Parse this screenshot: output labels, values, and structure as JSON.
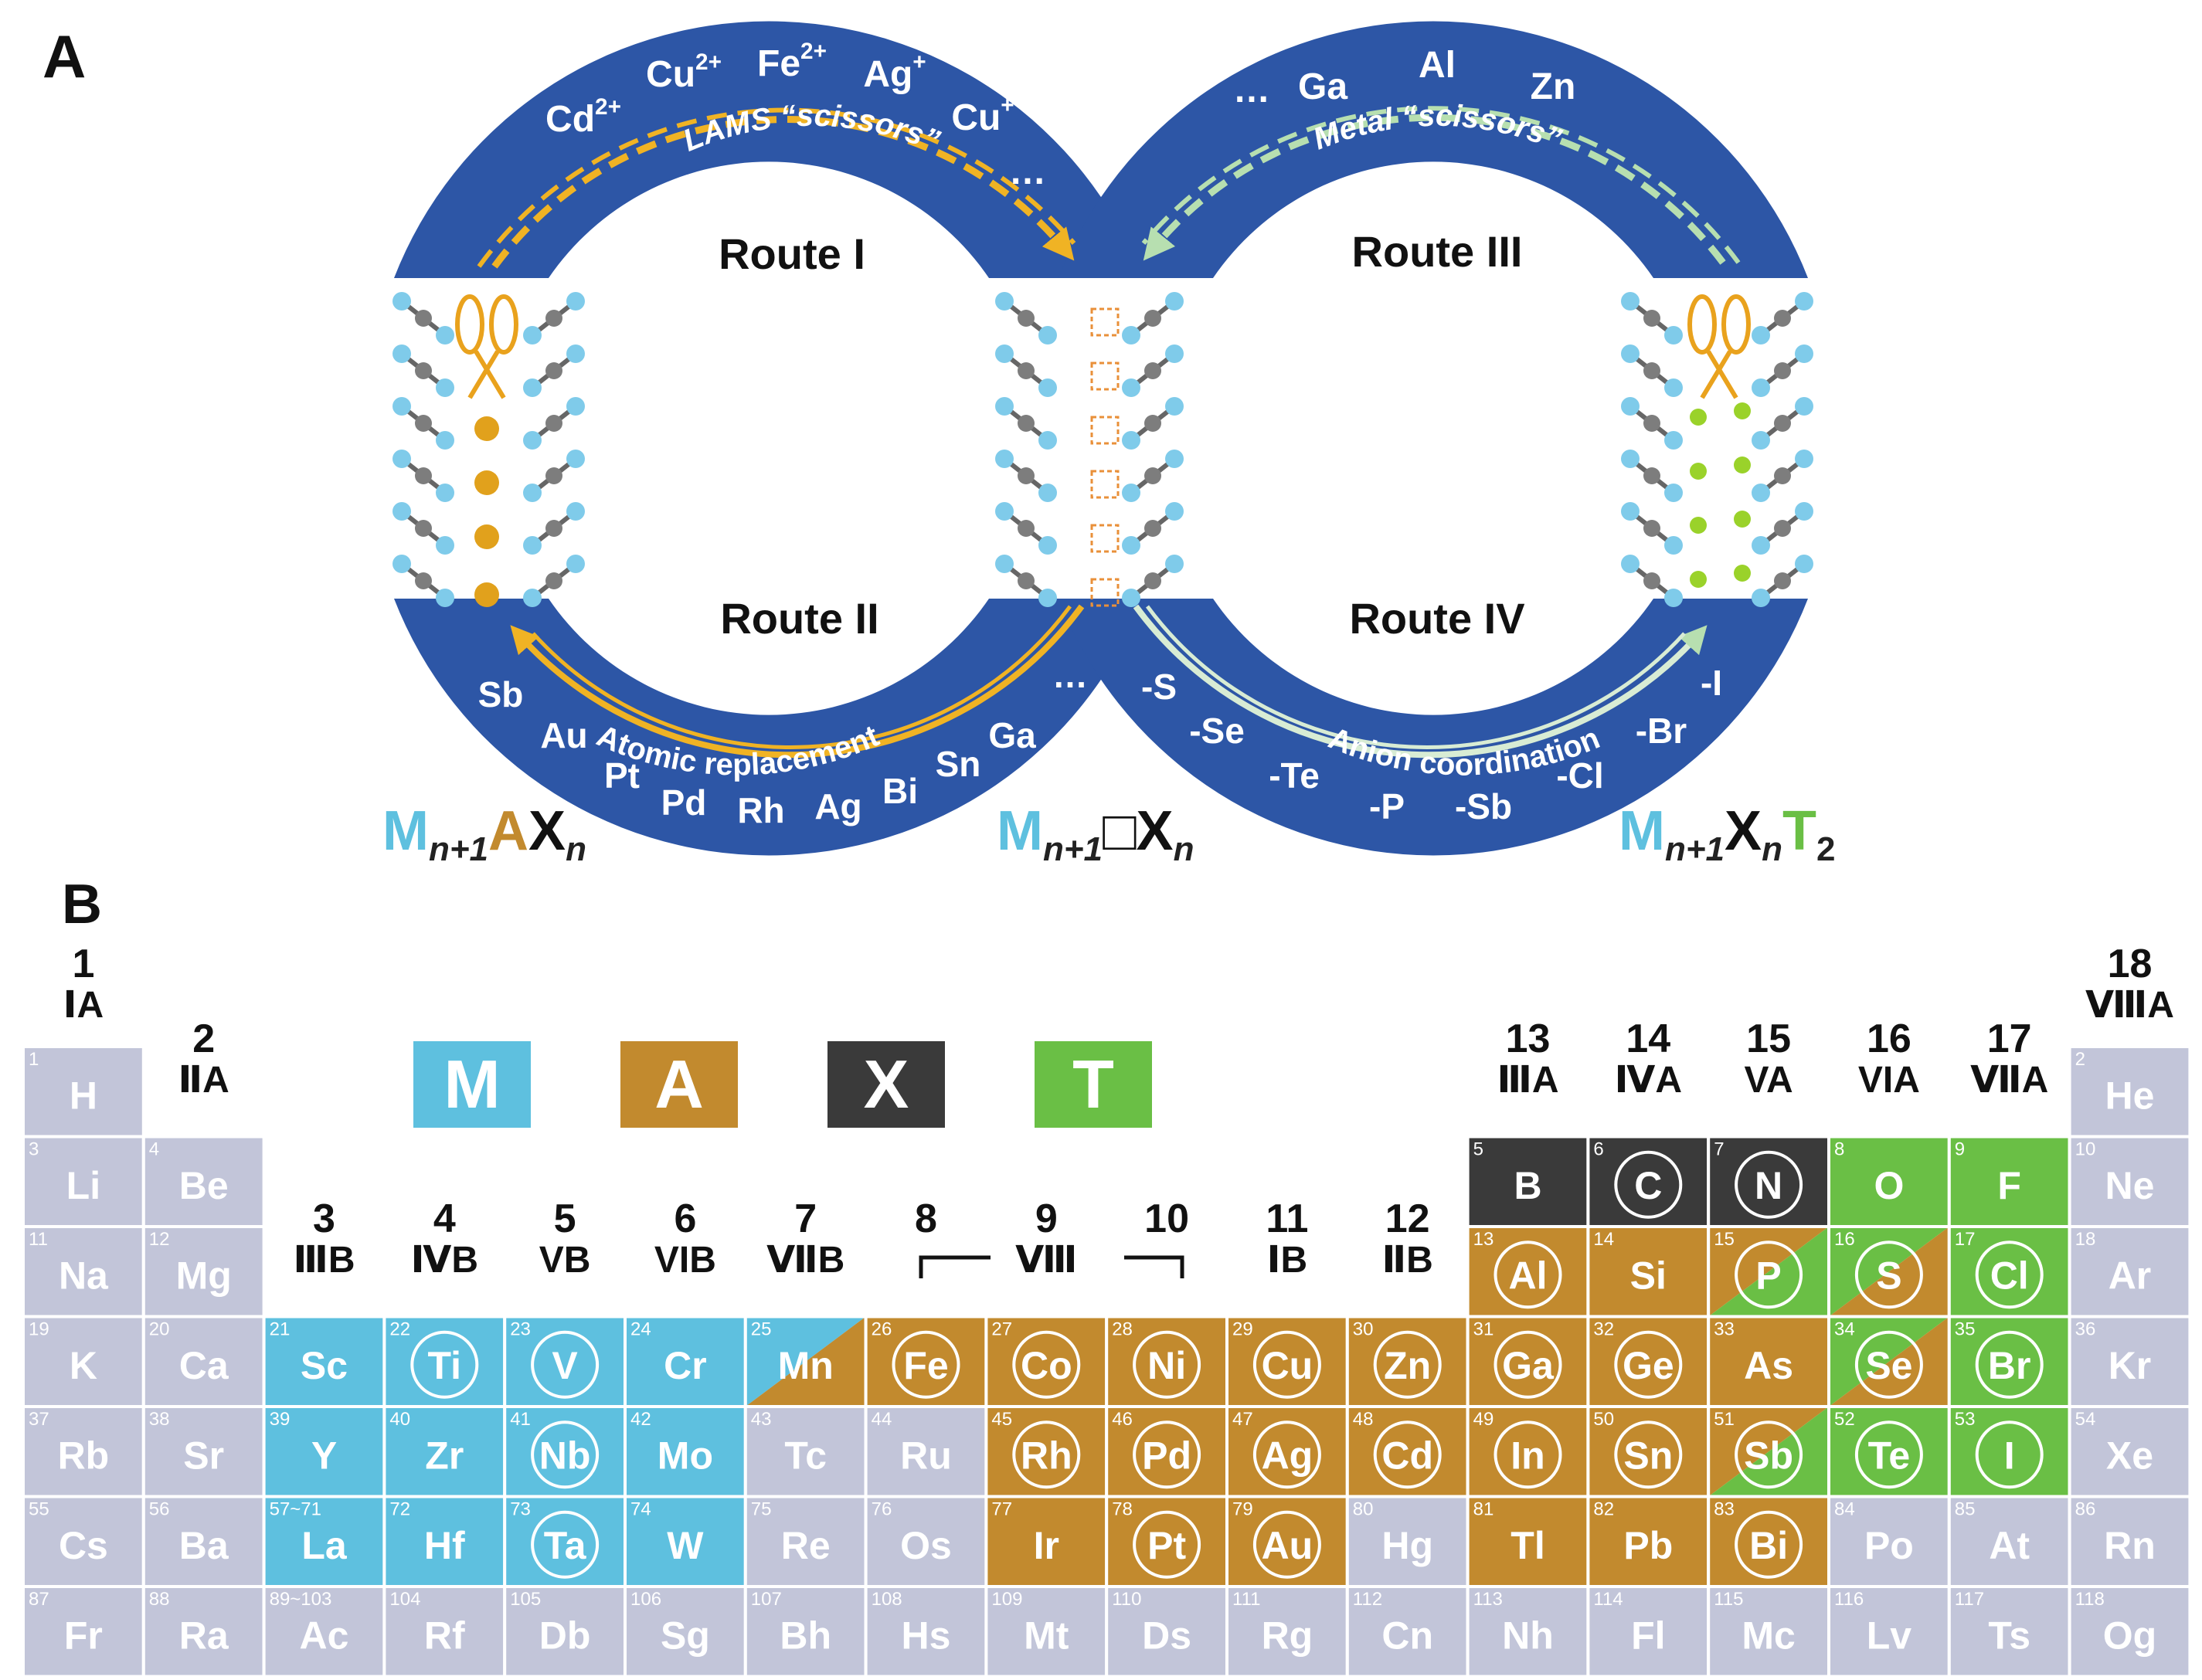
{
  "panel_a": {
    "label": "A",
    "routes": {
      "r1": "Route I",
      "r2": "Route II",
      "r3": "Route III",
      "r4": "Route IV"
    },
    "arc_labels": {
      "lams": "LAMS “scissors”",
      "metal": "Metal “scissors”",
      "atomic": "Atomic replacement",
      "anion": "Anion coordination"
    },
    "route1_ions": [
      "Cd2+",
      "Cu2+",
      "Fe2+",
      "Ag+",
      "Cu+",
      "…"
    ],
    "route3_metals": [
      "…",
      "Ga",
      "Al",
      "Zn"
    ],
    "route2_elements": [
      "Sb",
      "Au",
      "Pt",
      "Pd",
      "Rh",
      "Ag",
      "Bi",
      "Sn",
      "Ga",
      "…"
    ],
    "route4_anions": [
      "-S",
      "-Se",
      "-Te",
      "-P",
      "-Sb",
      "-Cl",
      "-Br",
      "-I"
    ],
    "formulas": {
      "max": [
        "M",
        "n+1",
        "A",
        "X",
        "n"
      ],
      "vacancy": [
        "M",
        "n+1",
        "□",
        "X",
        "n"
      ],
      "mxene": [
        "M",
        "n+1",
        "X",
        "n",
        "T",
        "2"
      ]
    }
  },
  "panel_b": {
    "label": "B",
    "legend": [
      "M",
      "A",
      "X",
      "T"
    ],
    "colors": {
      "M": "#5ec0df",
      "A": "#c28a2e",
      "X": "#3a3a3a",
      "T": "#6abf45",
      "other": "#c2c5d9",
      "ring": "#1e4fa0"
    },
    "groups": [
      {
        "g": "1",
        "r": "ⅠA"
      },
      {
        "g": "2",
        "r": "ⅡA"
      },
      {
        "g": "3",
        "r": "ⅢB"
      },
      {
        "g": "4",
        "r": "ⅣB"
      },
      {
        "g": "5",
        "r": "VB"
      },
      {
        "g": "6",
        "r": "VIB"
      },
      {
        "g": "7",
        "r": "ⅦB"
      },
      {
        "g": "8",
        "r": ""
      },
      {
        "g": "9",
        "r": "Ⅷ"
      },
      {
        "g": "10",
        "r": ""
      },
      {
        "g": "11",
        "r": "ⅠB"
      },
      {
        "g": "12",
        "r": "ⅡB"
      },
      {
        "g": "13",
        "r": "ⅢA"
      },
      {
        "g": "14",
        "r": "ⅣA"
      },
      {
        "g": "15",
        "r": "VA"
      },
      {
        "g": "16",
        "r": "VIA"
      },
      {
        "g": "17",
        "r": "ⅦA"
      },
      {
        "g": "18",
        "r": "ⅧA"
      }
    ],
    "elements": [
      {
        "n": "1",
        "s": "H",
        "c": "o",
        "r": 1,
        "g": 1
      },
      {
        "n": "2",
        "s": "He",
        "c": "o",
        "r": 1,
        "g": 18
      },
      {
        "n": "3",
        "s": "Li",
        "c": "o",
        "r": 2,
        "g": 1
      },
      {
        "n": "4",
        "s": "Be",
        "c": "o",
        "r": 2,
        "g": 2
      },
      {
        "n": "5",
        "s": "B",
        "c": "X",
        "r": 2,
        "g": 13
      },
      {
        "n": "6",
        "s": "C",
        "c": "X",
        "r": 2,
        "g": 14,
        "ring": 1
      },
      {
        "n": "7",
        "s": "N",
        "c": "X",
        "r": 2,
        "g": 15,
        "ring": 1
      },
      {
        "n": "8",
        "s": "O",
        "c": "T",
        "r": 2,
        "g": 16
      },
      {
        "n": "9",
        "s": "F",
        "c": "T",
        "r": 2,
        "g": 17
      },
      {
        "n": "10",
        "s": "Ne",
        "c": "o",
        "r": 2,
        "g": 18
      },
      {
        "n": "11",
        "s": "Na",
        "c": "o",
        "r": 3,
        "g": 1
      },
      {
        "n": "12",
        "s": "Mg",
        "c": "o",
        "r": 3,
        "g": 2
      },
      {
        "n": "13",
        "s": "Al",
        "c": "A",
        "r": 3,
        "g": 13,
        "ring": 1
      },
      {
        "n": "14",
        "s": "Si",
        "c": "A",
        "r": 3,
        "g": 14
      },
      {
        "n": "15",
        "s": "P",
        "c": "AT",
        "r": 3,
        "g": 15,
        "ring": 1
      },
      {
        "n": "16",
        "s": "S",
        "c": "TA",
        "r": 3,
        "g": 16,
        "ring": 1
      },
      {
        "n": "17",
        "s": "Cl",
        "c": "T",
        "r": 3,
        "g": 17,
        "ring": 1
      },
      {
        "n": "18",
        "s": "Ar",
        "c": "o",
        "r": 3,
        "g": 18
      },
      {
        "n": "19",
        "s": "K",
        "c": "o",
        "r": 4,
        "g": 1
      },
      {
        "n": "20",
        "s": "Ca",
        "c": "o",
        "r": 4,
        "g": 2
      },
      {
        "n": "21",
        "s": "Sc",
        "c": "M",
        "r": 4,
        "g": 3
      },
      {
        "n": "22",
        "s": "Ti",
        "c": "M",
        "r": 4,
        "g": 4,
        "ring": 1
      },
      {
        "n": "23",
        "s": "V",
        "c": "M",
        "r": 4,
        "g": 5,
        "ring": 1
      },
      {
        "n": "24",
        "s": "Cr",
        "c": "M",
        "r": 4,
        "g": 6
      },
      {
        "n": "25",
        "s": "Mn",
        "c": "MA",
        "r": 4,
        "g": 7
      },
      {
        "n": "26",
        "s": "Fe",
        "c": "A",
        "r": 4,
        "g": 8,
        "ring": 1
      },
      {
        "n": "27",
        "s": "Co",
        "c": "A",
        "r": 4,
        "g": 9,
        "ring": 1
      },
      {
        "n": "28",
        "s": "Ni",
        "c": "A",
        "r": 4,
        "g": 10,
        "ring": 1
      },
      {
        "n": "29",
        "s": "Cu",
        "c": "A",
        "r": 4,
        "g": 11,
        "ring": 1
      },
      {
        "n": "30",
        "s": "Zn",
        "c": "A",
        "r": 4,
        "g": 12,
        "ring": 1
      },
      {
        "n": "31",
        "s": "Ga",
        "c": "A",
        "r": 4,
        "g": 13,
        "ring": 1
      },
      {
        "n": "32",
        "s": "Ge",
        "c": "A",
        "r": 4,
        "g": 14,
        "ring": 1
      },
      {
        "n": "33",
        "s": "As",
        "c": "A",
        "r": 4,
        "g": 15
      },
      {
        "n": "34",
        "s": "Se",
        "c": "TA",
        "r": 4,
        "g": 16,
        "ring": 1
      },
      {
        "n": "35",
        "s": "Br",
        "c": "T",
        "r": 4,
        "g": 17,
        "ring": 1
      },
      {
        "n": "36",
        "s": "Kr",
        "c": "o",
        "r": 4,
        "g": 18
      },
      {
        "n": "37",
        "s": "Rb",
        "c": "o",
        "r": 5,
        "g": 1
      },
      {
        "n": "38",
        "s": "Sr",
        "c": "o",
        "r": 5,
        "g": 2
      },
      {
        "n": "39",
        "s": "Y",
        "c": "M",
        "r": 5,
        "g": 3
      },
      {
        "n": "40",
        "s": "Zr",
        "c": "M",
        "r": 5,
        "g": 4
      },
      {
        "n": "41",
        "s": "Nb",
        "c": "M",
        "r": 5,
        "g": 5,
        "ring": 1
      },
      {
        "n": "42",
        "s": "Mo",
        "c": "M",
        "r": 5,
        "g": 6
      },
      {
        "n": "43",
        "s": "Tc",
        "c": "o",
        "r": 5,
        "g": 7
      },
      {
        "n": "44",
        "s": "Ru",
        "c": "o",
        "r": 5,
        "g": 8
      },
      {
        "n": "45",
        "s": "Rh",
        "c": "A",
        "r": 5,
        "g": 9,
        "ring": 1
      },
      {
        "n": "46",
        "s": "Pd",
        "c": "A",
        "r": 5,
        "g": 10,
        "ring": 1
      },
      {
        "n": "47",
        "s": "Ag",
        "c": "A",
        "r": 5,
        "g": 11,
        "ring": 1
      },
      {
        "n": "48",
        "s": "Cd",
        "c": "A",
        "r": 5,
        "g": 12,
        "ring": 1
      },
      {
        "n": "49",
        "s": "In",
        "c": "A",
        "r": 5,
        "g": 13,
        "ring": 1
      },
      {
        "n": "50",
        "s": "Sn",
        "c": "A",
        "r": 5,
        "g": 14,
        "ring": 1
      },
      {
        "n": "51",
        "s": "Sb",
        "c": "AT",
        "r": 5,
        "g": 15,
        "ring": 1
      },
      {
        "n": "52",
        "s": "Te",
        "c": "T",
        "r": 5,
        "g": 16,
        "ring": 1
      },
      {
        "n": "53",
        "s": "I",
        "c": "T",
        "r": 5,
        "g": 17,
        "ring": 1
      },
      {
        "n": "54",
        "s": "Xe",
        "c": "o",
        "r": 5,
        "g": 18
      },
      {
        "n": "55",
        "s": "Cs",
        "c": "o",
        "r": 6,
        "g": 1
      },
      {
        "n": "56",
        "s": "Ba",
        "c": "o",
        "r": 6,
        "g": 2
      },
      {
        "n": "57~71",
        "s": "La",
        "c": "M",
        "r": 6,
        "g": 3
      },
      {
        "n": "72",
        "s": "Hf",
        "c": "M",
        "r": 6,
        "g": 4
      },
      {
        "n": "73",
        "s": "Ta",
        "c": "M",
        "r": 6,
        "g": 5,
        "ring": 1
      },
      {
        "n": "74",
        "s": "W",
        "c": "M",
        "r": 6,
        "g": 6
      },
      {
        "n": "75",
        "s": "Re",
        "c": "o",
        "r": 6,
        "g": 7
      },
      {
        "n": "76",
        "s": "Os",
        "c": "o",
        "r": 6,
        "g": 8
      },
      {
        "n": "77",
        "s": "Ir",
        "c": "A",
        "r": 6,
        "g": 9
      },
      {
        "n": "78",
        "s": "Pt",
        "c": "A",
        "r": 6,
        "g": 10,
        "ring": 1
      },
      {
        "n": "79",
        "s": "Au",
        "c": "A",
        "r": 6,
        "g": 11,
        "ring": 1
      },
      {
        "n": "80",
        "s": "Hg",
        "c": "o",
        "r": 6,
        "g": 12
      },
      {
        "n": "81",
        "s": "Tl",
        "c": "A",
        "r": 6,
        "g": 13
      },
      {
        "n": "82",
        "s": "Pb",
        "c": "A",
        "r": 6,
        "g": 14
      },
      {
        "n": "83",
        "s": "Bi",
        "c": "A",
        "r": 6,
        "g": 15,
        "ring": 1
      },
      {
        "n": "84",
        "s": "Po",
        "c": "o",
        "r": 6,
        "g": 16
      },
      {
        "n": "85",
        "s": "At",
        "c": "o",
        "r": 6,
        "g": 17
      },
      {
        "n": "86",
        "s": "Rn",
        "c": "o",
        "r": 6,
        "g": 18
      },
      {
        "n": "87",
        "s": "Fr",
        "c": "o",
        "r": 7,
        "g": 1
      },
      {
        "n": "88",
        "s": "Ra",
        "c": "o",
        "r": 7,
        "g": 2
      },
      {
        "n": "89~103",
        "s": "Ac",
        "c": "o",
        "r": 7,
        "g": 3
      },
      {
        "n": "104",
        "s": "Rf",
        "c": "o",
        "r": 7,
        "g": 4
      },
      {
        "n": "105",
        "s": "Db",
        "c": "o",
        "r": 7,
        "g": 5
      },
      {
        "n": "106",
        "s": "Sg",
        "c": "o",
        "r": 7,
        "g": 6
      },
      {
        "n": "107",
        "s": "Bh",
        "c": "o",
        "r": 7,
        "g": 7
      },
      {
        "n": "108",
        "s": "Hs",
        "c": "o",
        "r": 7,
        "g": 8
      },
      {
        "n": "109",
        "s": "Mt",
        "c": "o",
        "r": 7,
        "g": 9
      },
      {
        "n": "110",
        "s": "Ds",
        "c": "o",
        "r": 7,
        "g": 10
      },
      {
        "n": "111",
        "s": "Rg",
        "c": "o",
        "r": 7,
        "g": 11
      },
      {
        "n": "112",
        "s": "Cn",
        "c": "o",
        "r": 7,
        "g": 12
      },
      {
        "n": "113",
        "s": "Nh",
        "c": "o",
        "r": 7,
        "g": 13
      },
      {
        "n": "114",
        "s": "Fl",
        "c": "o",
        "r": 7,
        "g": 14
      },
      {
        "n": "115",
        "s": "Mc",
        "c": "o",
        "r": 7,
        "g": 15
      },
      {
        "n": "116",
        "s": "Lv",
        "c": "o",
        "r": 7,
        "g": 16
      },
      {
        "n": "117",
        "s": "Ts",
        "c": "o",
        "r": 7,
        "g": 17
      },
      {
        "n": "118",
        "s": "Og",
        "c": "o",
        "r": 7,
        "g": 18
      }
    ]
  }
}
